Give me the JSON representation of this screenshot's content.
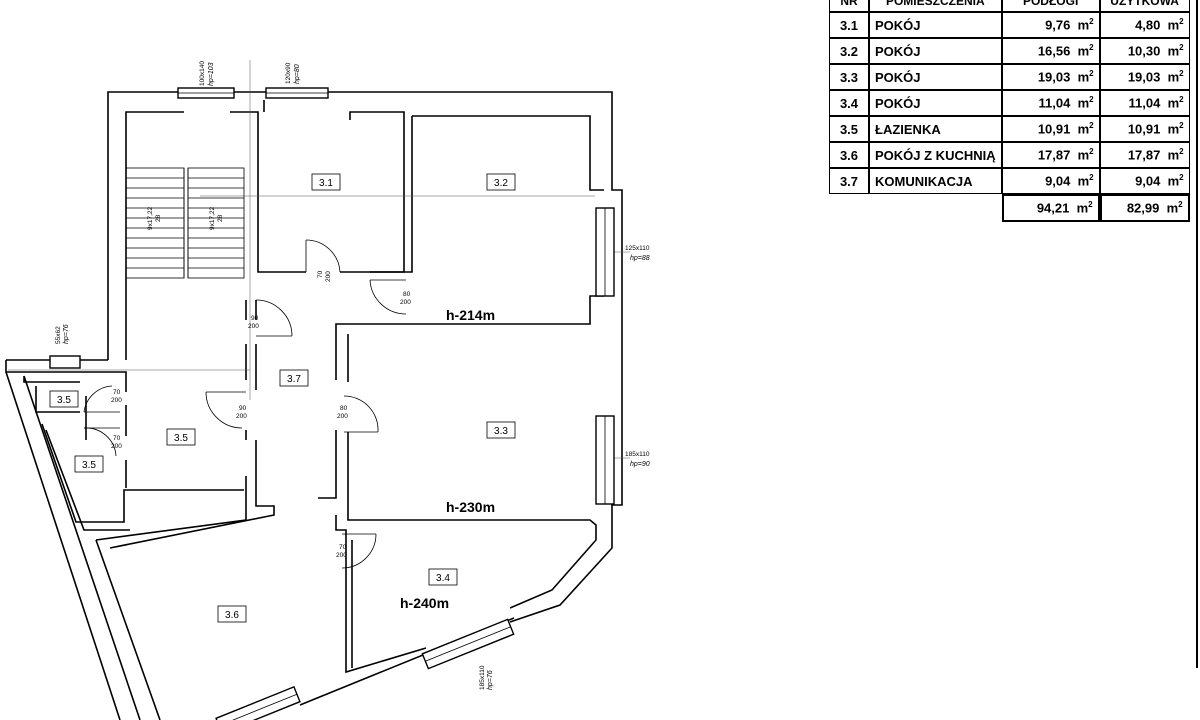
{
  "table": {
    "headers": {
      "nr": "NR",
      "name": "POMIESZCZENIA",
      "floor": "PODŁOGI",
      "usable": "UŻYTKOWA"
    },
    "unit": "m",
    "unit_exp": "2",
    "rows": [
      {
        "nr": "3.1",
        "name": "POKÓJ",
        "floor": "9,76",
        "usable": "4,80"
      },
      {
        "nr": "3.2",
        "name": "POKÓJ",
        "floor": "16,56",
        "usable": "10,30"
      },
      {
        "nr": "3.3",
        "name": "POKÓJ",
        "floor": "19,03",
        "usable": "19,03"
      },
      {
        "nr": "3.4",
        "name": "POKÓJ",
        "floor": "11,04",
        "usable": "11,04"
      },
      {
        "nr": "3.5",
        "name": "ŁAZIENKA",
        "floor": "10,91",
        "usable": "10,91"
      },
      {
        "nr": "3.6",
        "name": "POKÓJ Z KUCHNIĄ",
        "floor": "17,87",
        "usable": "17,87"
      },
      {
        "nr": "3.7",
        "name": "KOMUNIKACJA",
        "floor": "9,04",
        "usable": "9,04"
      }
    ],
    "totals": {
      "floor": "94,21",
      "usable": "82,99"
    }
  },
  "plan": {
    "rooms": {
      "r31": "3.1",
      "r32": "3.2",
      "r33": "3.3",
      "r34": "3.4",
      "r35a": "3.5",
      "r35b": "3.5",
      "r35c": "3.5",
      "r36": "3.6",
      "r37": "3.7"
    },
    "heights": {
      "h1": "h-214m",
      "h2": "h-230m",
      "h3": "h-240m"
    },
    "windows": {
      "w1a": "100x140",
      "w1b": "hp=103",
      "w2a": "120x90",
      "w2b": "hp=80",
      "w3a": "125x110",
      "w3b": "hp=88",
      "w4a": "185x110",
      "w4b": "hp=90",
      "w5a": "55x62",
      "w5b": "hp=76",
      "w6a": "185x110",
      "w6b": "hp=76"
    },
    "doors": {
      "d1a": "70",
      "d1b": "200",
      "d2a": "80",
      "d2b": "200",
      "d3a": "90",
      "d3b": "200",
      "d4a": "70",
      "d4b": "200",
      "d5a": "90",
      "d5b": "200",
      "d6a": "80",
      "d6b": "200",
      "d7a": "70",
      "d7b": "200",
      "d8a": "70",
      "d8b": "200"
    },
    "stairs": {
      "s1a": "9x17,22",
      "s1b": "28",
      "s2a": "9x17,22",
      "s2b": "28"
    }
  }
}
